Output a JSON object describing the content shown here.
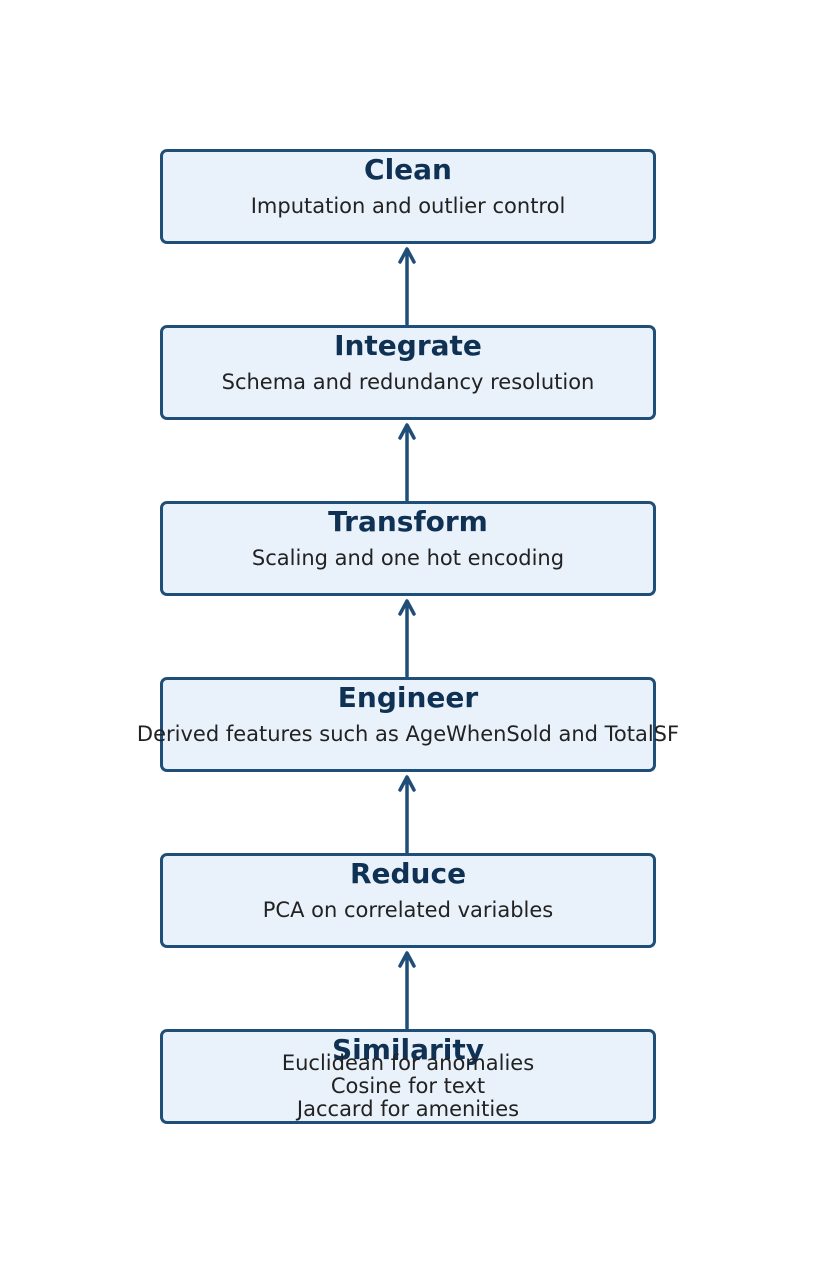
{
  "diagram": {
    "type": "flowchart",
    "direction": "bottom-to-top",
    "colors": {
      "border": "#1f4e79",
      "fill": "#e9f1fb",
      "title": "#0f3154",
      "text": "#222222",
      "arrow": "#1f4e79"
    },
    "steps": [
      {
        "title": "Clean",
        "description": "Imputation and outlier control"
      },
      {
        "title": "Integrate",
        "description": "Schema and redundancy resolution"
      },
      {
        "title": "Transform",
        "description": "Scaling and one hot encoding"
      },
      {
        "title": "Engineer",
        "description": "Derived features such as AgeWhenSold and TotalSF"
      },
      {
        "title": "Reduce",
        "description": "PCA on correlated variables"
      },
      {
        "title": "Similarity",
        "description_lines": [
          "Euclidean for anomalies",
          "Cosine for text",
          "Jaccard for amenities"
        ]
      }
    ]
  }
}
